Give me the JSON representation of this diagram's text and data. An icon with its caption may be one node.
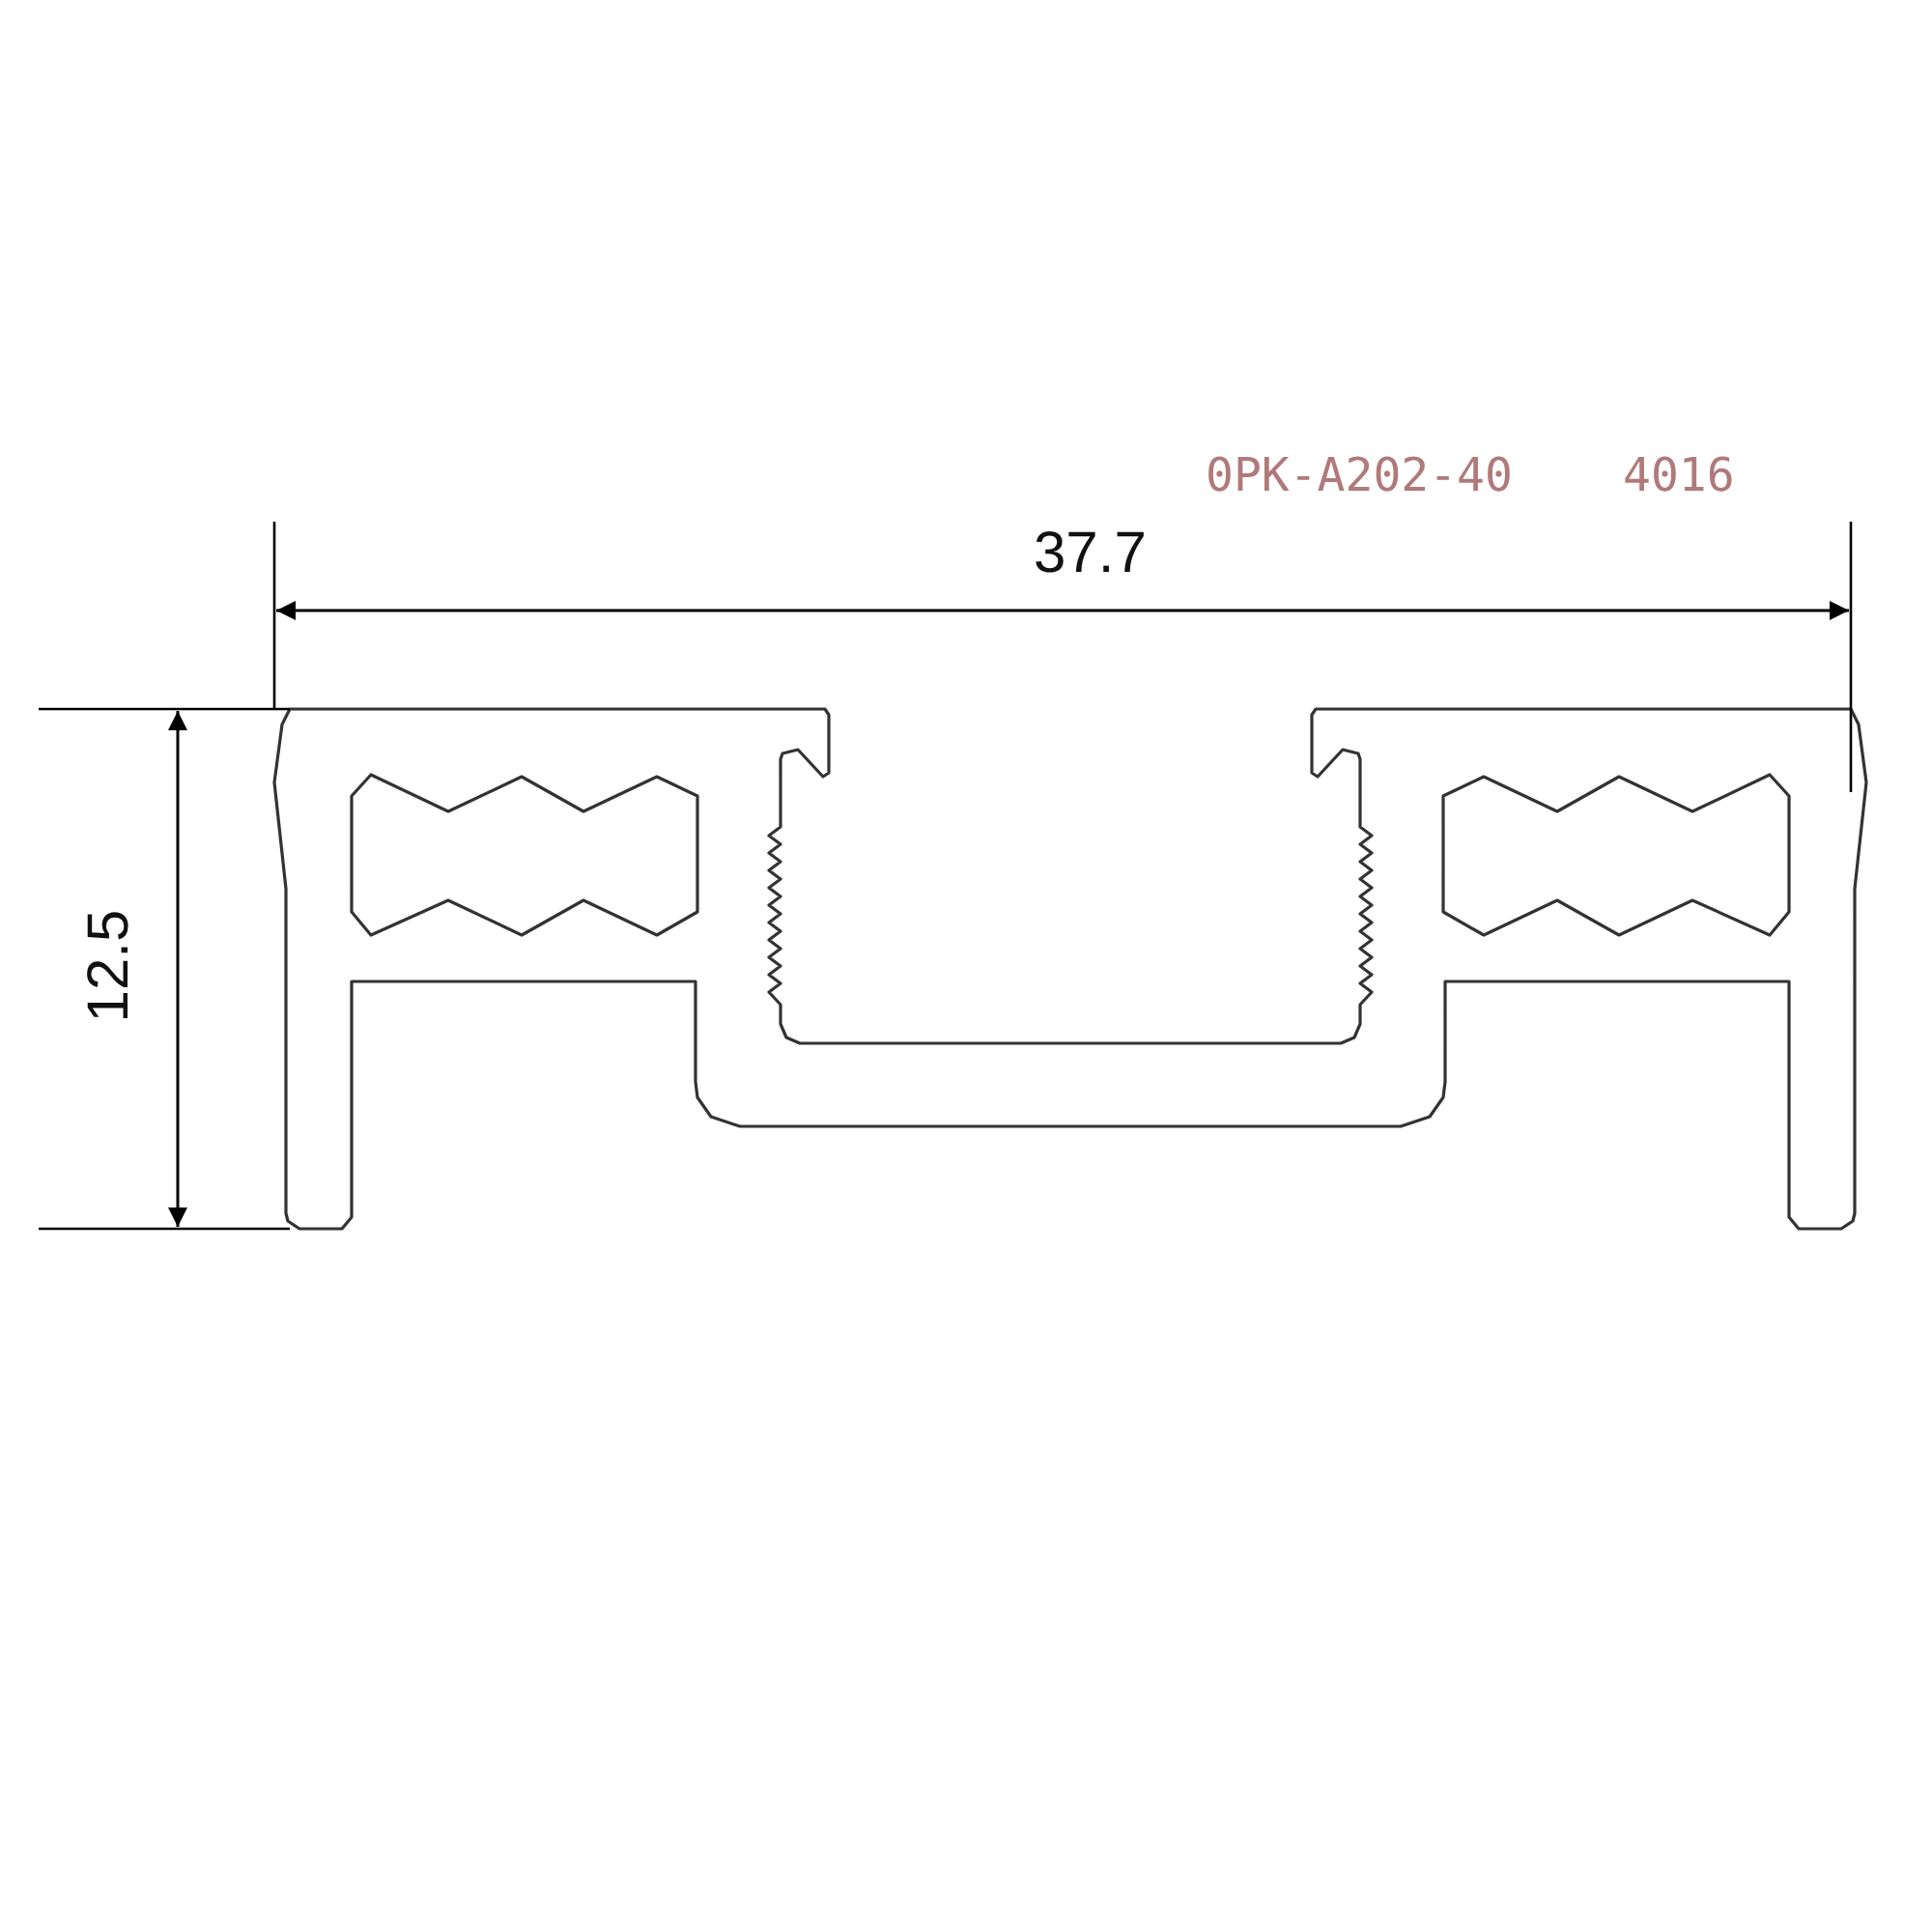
{
  "diagram": {
    "labels": [
      "0PK-A202-40",
      "4016",
      "37.7",
      "12.5"
    ]
  }
}
